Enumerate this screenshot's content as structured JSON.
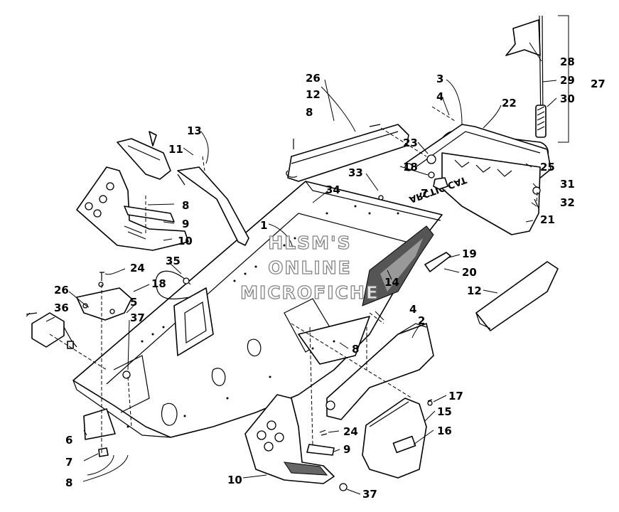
{
  "diagram": {
    "watermark": [
      "HLSM'S",
      "ONLINE",
      "MICROFICHE"
    ],
    "flap_text": "ARCTIC CAT",
    "callouts": [
      "1",
      "2",
      "3",
      "4",
      "4",
      "5",
      "6",
      "7",
      "7",
      "8",
      "8",
      "8",
      "8",
      "9",
      "9",
      "10",
      "10",
      "11",
      "12",
      "12",
      "13",
      "14",
      "15",
      "16",
      "17",
      "18",
      "18",
      "19",
      "20",
      "21",
      "22",
      "23",
      "24",
      "24",
      "25",
      "26",
      "26",
      "27",
      "28",
      "29",
      "30",
      "31",
      "32",
      "33",
      "34",
      "35",
      "36",
      "37",
      "37"
    ]
  }
}
